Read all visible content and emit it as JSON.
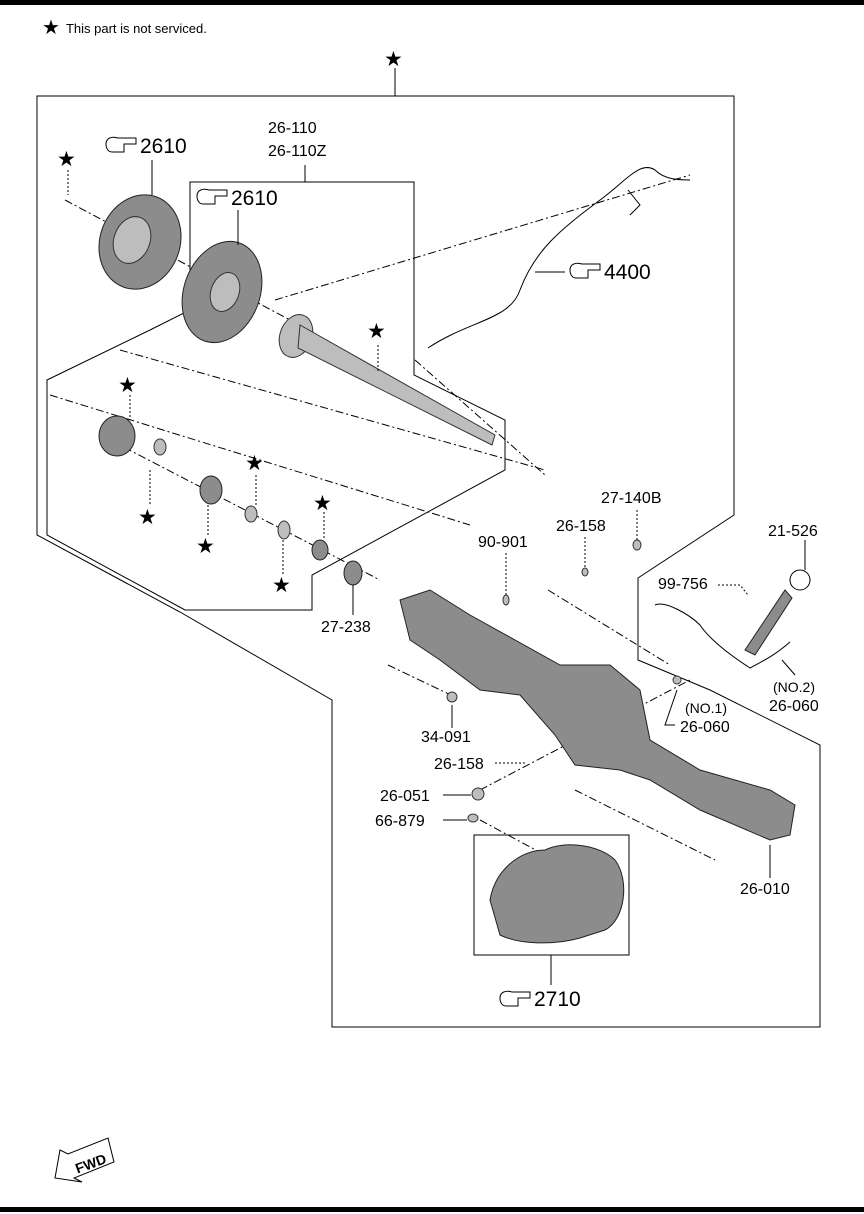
{
  "legend": {
    "symbol": "★",
    "text": "This part is not serviced."
  },
  "star": "★",
  "labels": {
    "p26_110": "26-110",
    "p26_110z": "26-110Z",
    "ref2610_a": "2610",
    "ref2610_b": "2610",
    "ref4400": "4400",
    "p27_140b": "27-140B",
    "p26_158_top": "26-158",
    "p90_901": "90-901",
    "p21_526": "21-526",
    "p99_756": "99-756",
    "p27_238": "27-238",
    "no2": "(NO.2)",
    "p26_060_right": "26-060",
    "no1": "(NO.1)",
    "p26_060_mid": "26-060",
    "p34_091": "34-091",
    "p26_158_bottom": "26-158",
    "p26_051": "26-051",
    "p66_879": "66-879",
    "p26_010": "26-010",
    "ref2710": "2710"
  },
  "fwd": "FWD",
  "icons": {
    "ref": "pointing-hand-icon",
    "star": "star-icon",
    "fwd": "fwd-arrow-icon"
  }
}
